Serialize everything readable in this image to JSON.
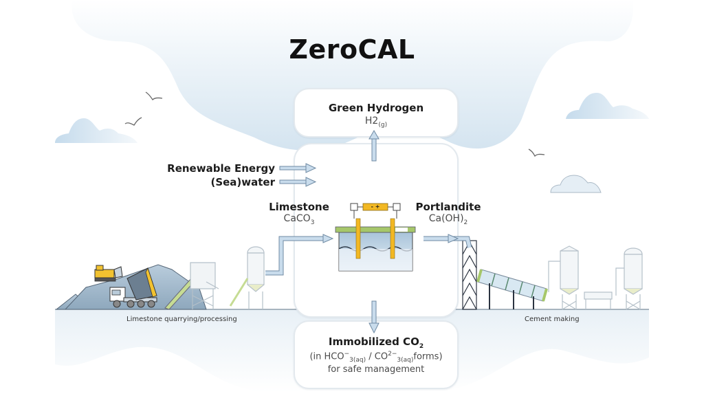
{
  "title": "ZeroCAL",
  "top_box": {
    "title": "Green Hydrogen",
    "formula_main": "H",
    "formula_sub_2": "2",
    "formula_state": "(g)"
  },
  "inputs": [
    {
      "label": "Renewable Energy"
    },
    {
      "label": "(Sea)water"
    }
  ],
  "left_material": {
    "name": "Limestone",
    "formula_main": "CaCO",
    "formula_sub": "3"
  },
  "right_material": {
    "name": "Portlandite",
    "formula_main": "Ca(OH)",
    "formula_sub": "2"
  },
  "electrolyzer": {
    "polarity_label": "- +"
  },
  "bottom_box": {
    "title_main": "Immobilized CO",
    "title_sub": "2",
    "line2_prefix": "(in HCO",
    "line2_sup1": "−",
    "line2_sub1": "3(aq)",
    "line2_mid": " / CO",
    "line2_sup2": "2−",
    "line2_sub2": "3(aq)",
    "line2_suffix": "forms)",
    "line3": "for safe management"
  },
  "captions": {
    "left": "Limestone quarrying/processing",
    "right": "Cement making"
  },
  "colors": {
    "sky": "#dbe8f2",
    "arrow_fill": "#c9dcec",
    "arrow_stroke": "#6f8aa3",
    "electrode": "#f2b823",
    "lid": "#a6c76a",
    "ground": "#8fa6ba"
  }
}
